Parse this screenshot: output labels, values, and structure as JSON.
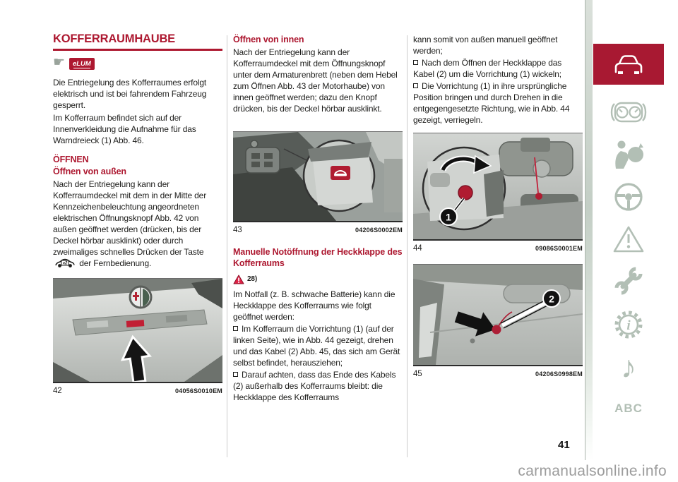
{
  "page": {
    "number": "41",
    "watermark": "carmanualsonline.info"
  },
  "colors": {
    "accent_red": "#ad1830",
    "active_tab_red": "#a81932",
    "sidebar_icon": "#b2bfb5",
    "text": "#1d1d1b",
    "figure_red": "#b01c31"
  },
  "sidebar": {
    "active_icon": "car-front",
    "icons": [
      "car-front",
      "instrument-cluster",
      "airbag",
      "steering-wheel",
      "warning-triangle",
      "wrench",
      "info-gear",
      "music-note",
      "abc-index"
    ],
    "note_glyph": "♪",
    "info_letter": "i",
    "abc_label": "ABC"
  },
  "col1": {
    "title": "KOFFERRAUMHAUBE",
    "elum_label": "eLUM",
    "hand_glyph": "☛",
    "para1": "Die Entriegelung des Kofferraumes erfolgt elektrisch und ist bei fahrendem Fahrzeug gesperrt.",
    "para2": "Im Kofferraum befindet sich auf der Innenverkleidung die Aufnahme für das Warndreieck (1) Abb. 46.",
    "heading": "ÖFFNEN",
    "subheading": "Öffnen von außen",
    "para3_before": "Nach der Entriegelung kann der Kofferraumdeckel mit dem in der Mitte der Kennzeichenbeleuchtung angeordneten elektrischen Öffnungsknopf Abb. 42 von außen geöffnet werden (drücken, bis der Deckel hörbar ausklinkt) oder durch zweimaliges schnelles Drücken der Taste",
    "remote_key_label": "x2",
    "para3_after": "der Fernbedienung.",
    "fig42": {
      "number": "42",
      "code": "04056S0010EM"
    }
  },
  "col2": {
    "heading": "Öffnen von innen",
    "para1": "Nach der Entriegelung kann der Kofferraumdeckel mit dem Öffnungsknopf unter dem Armaturenbrett (neben dem Hebel zum Öffnen Abb. 43 der Motorhaube) von innen geöffnet werden; dazu den Knopf drücken, bis der Deckel hörbar ausklinkt.",
    "fig43": {
      "number": "43",
      "code": "04206S0002EM"
    },
    "heading2": "Manuelle Notöffnung der Heckklappe des Kofferraums",
    "warning_ref": "28)",
    "para2": "Im Notfall (z. B. schwache Batterie) kann die Heckklappe des Kofferraums wie folgt geöffnet werden:",
    "bullet1": "Im Kofferraum die Vorrichtung (1) (auf der linken Seite), wie in Abb. 44 gezeigt, drehen und das Kabel (2) Abb. 45, das sich am Gerät selbst befindet, herausziehen;",
    "bullet2": "Darauf achten, dass das Ende des Kabels (2) außerhalb des Kofferraums bleibt: die Heckklappe des Kofferraums"
  },
  "col3": {
    "para1": "kann somit von außen manuell geöffnet werden;",
    "bullet1": "Nach dem Öffnen der Heckklappe das Kabel (2) um die Vorrichtung (1) wickeln;",
    "bullet2": "Die Vorrichtung (1) in ihre ursprüngliche Position bringen und durch Drehen in die entgegengesetzte Richtung, wie in Abb. 44 gezeigt, verriegeln.",
    "fig44": {
      "number": "44",
      "code": "09086S0001EM",
      "label": "1"
    },
    "fig45": {
      "number": "45",
      "code": "04206S0998EM",
      "label": "2"
    }
  }
}
